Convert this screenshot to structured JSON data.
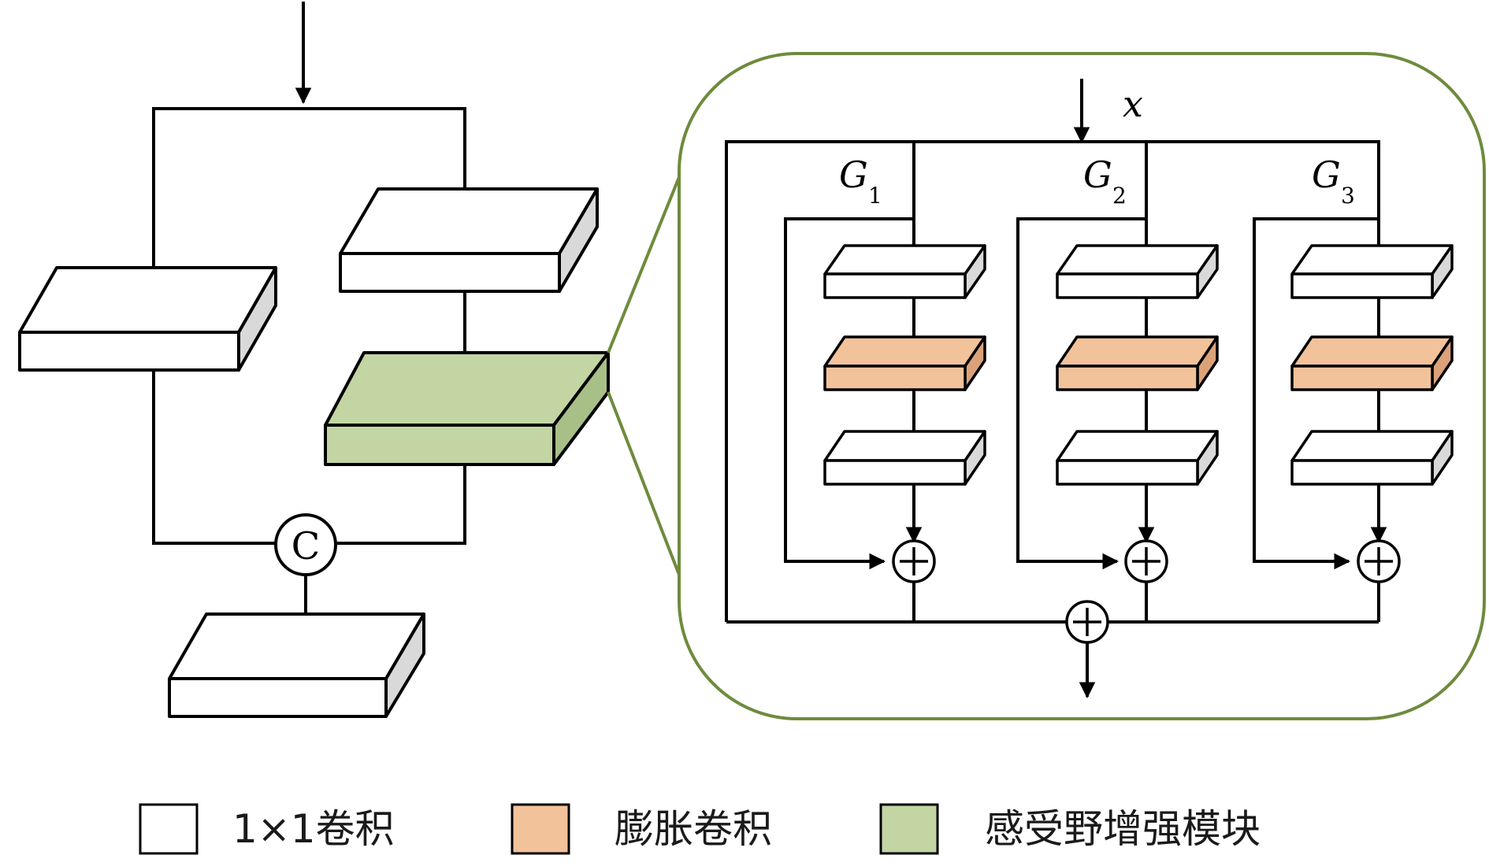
{
  "input_label": "x",
  "concat_symbol": "C",
  "groups": [
    {
      "base": "G",
      "sub": "1"
    },
    {
      "base": "G",
      "sub": "2"
    },
    {
      "base": "G",
      "sub": "3"
    }
  ],
  "legend": [
    {
      "label": "1×1卷积",
      "color": "#ffffff"
    },
    {
      "label": "膨胀卷积",
      "color": "#f2c29b"
    },
    {
      "label": "感受野增强模块",
      "color": "#c3d5a3"
    }
  ],
  "colors": {
    "conv1x1": "#ffffff",
    "dilated": "#f2c29b",
    "rfe": "#c3d5a3",
    "frame": "#6e8b3d",
    "line": "#000000"
  }
}
